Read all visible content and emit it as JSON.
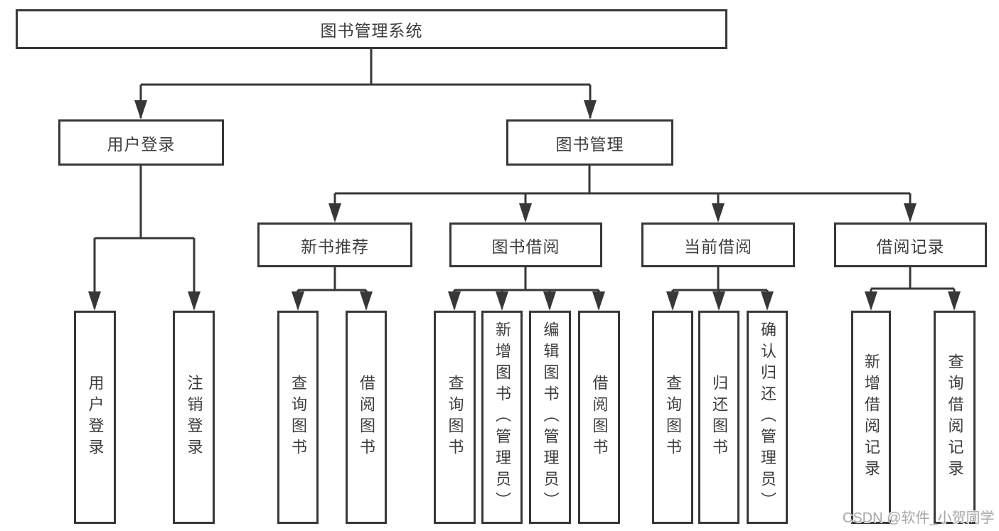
{
  "diagram": {
    "type": "hierarchy-tree",
    "colors": {
      "line": "#373737",
      "text": "#3d3d3d",
      "background": "#ffffff",
      "watermark": "#a9a9a9"
    },
    "root": {
      "label": "图书管理系统"
    },
    "branches": [
      {
        "label": "用户登录",
        "children": [
          {
            "label": "用户登录"
          },
          {
            "label": "注销登录"
          }
        ]
      },
      {
        "label": "图书管理",
        "children": [
          {
            "label": "新书推荐",
            "children": [
              {
                "label": "查询图书"
              },
              {
                "label": "借阅图书"
              }
            ]
          },
          {
            "label": "图书借阅",
            "children": [
              {
                "label": "查询图书"
              },
              {
                "label": "新增图书（管理员）"
              },
              {
                "label": "编辑图书（管理员）"
              },
              {
                "label": "借阅图书"
              }
            ]
          },
          {
            "label": "当前借阅",
            "children": [
              {
                "label": "查询图书"
              },
              {
                "label": "归还图书"
              },
              {
                "label": "确认归还（管理员）"
              }
            ]
          },
          {
            "label": "借阅记录",
            "children": [
              {
                "label": "新增借阅记录"
              },
              {
                "label": "查询借阅记录"
              }
            ]
          }
        ]
      }
    ]
  },
  "watermark": {
    "text": "CSDN @软件_小贺同学"
  }
}
